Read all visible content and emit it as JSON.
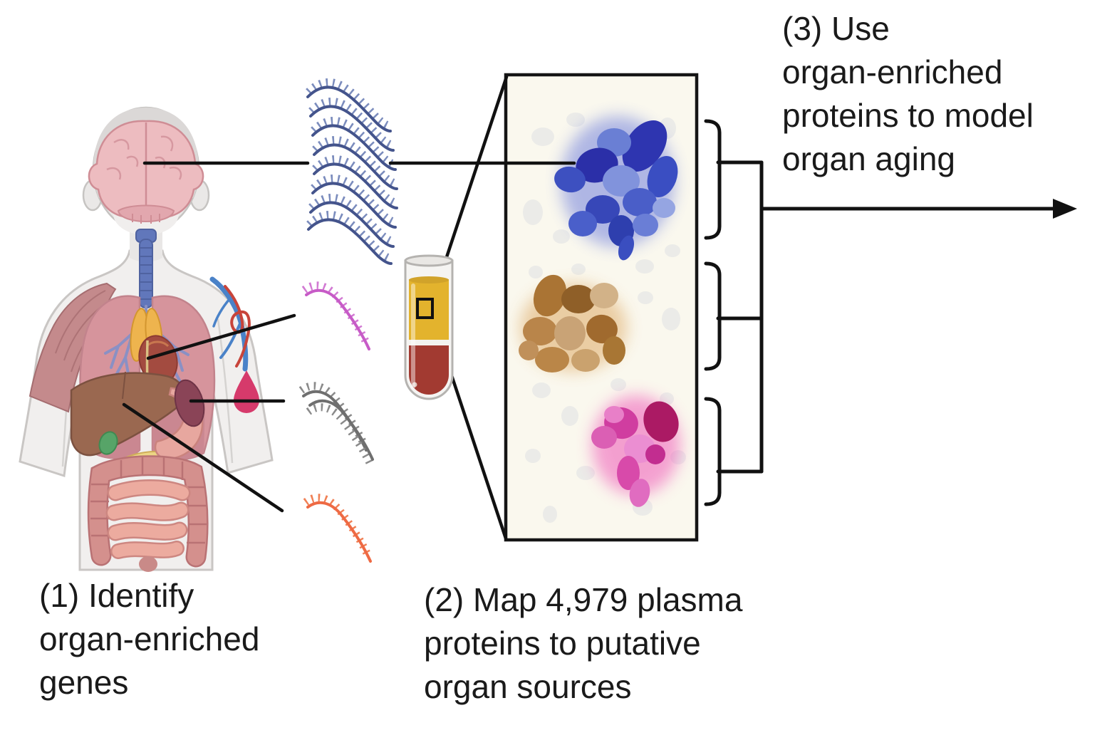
{
  "steps": [
    {
      "label": "(1) Identify\norgan-enriched\ngenes"
    },
    {
      "label": "(2) Map 4,979 plasma\nproteins to putative\norgan sources"
    },
    {
      "label": "(3) Use\norgan-enriched\nproteins to model\norgan aging"
    }
  ],
  "colors": {
    "background": "#ffffff",
    "text": "#1a1a1a",
    "line": "#111111",
    "panel_background": "#faf8ee",
    "gene_strand_blue": "#44548c",
    "gene_strand_magenta": "#c75bc7",
    "gene_strand_gray": "#6f6f6f",
    "gene_strand_orange": "#ee6a44",
    "tube_plasma_yellow": "#e3b32d",
    "tube_blood_red": "#a23a31",
    "protein_cluster_blue": "#2b3aa8",
    "protein_cluster_brown": "#a8713a",
    "protein_cluster_pink": "#d23d9e"
  },
  "icons": {
    "human_body": "anterior-torso-with-organs",
    "gene_strands": [
      "blue-rna-stack",
      "magenta-rna-strand",
      "gray-double-rna-strand",
      "orange-rna-strand"
    ],
    "blood_tube": "plasma-over-blood-tube-with-magnifier-box",
    "protein_panel": "magnified-plasma-protein-clusters",
    "flow_arrow": "right-arrow"
  }
}
